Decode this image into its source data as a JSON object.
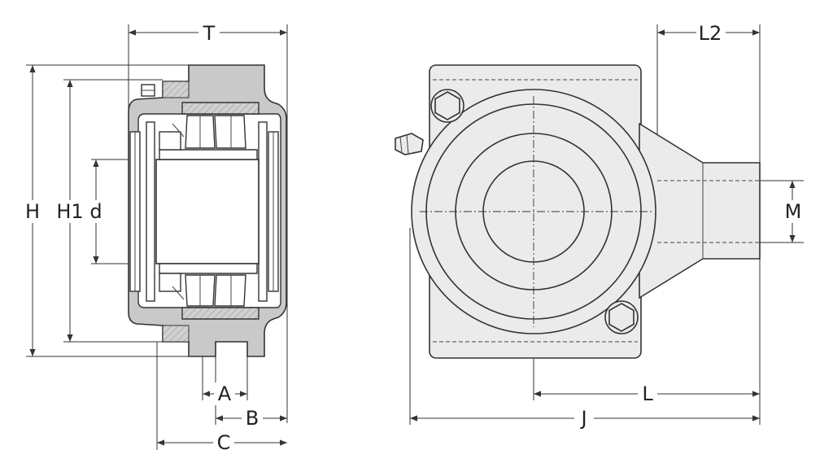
{
  "labels": {
    "T": "T",
    "H": "H",
    "H1": "H1",
    "d": "d",
    "A": "A",
    "B": "B",
    "C": "C",
    "L2": "L2",
    "M": "M",
    "L": "L",
    "J": "J"
  },
  "colors": {
    "line": "#333333",
    "body_fill": "#ebebeb",
    "section_fill": "#c9c9c9",
    "background": "#ffffff"
  }
}
